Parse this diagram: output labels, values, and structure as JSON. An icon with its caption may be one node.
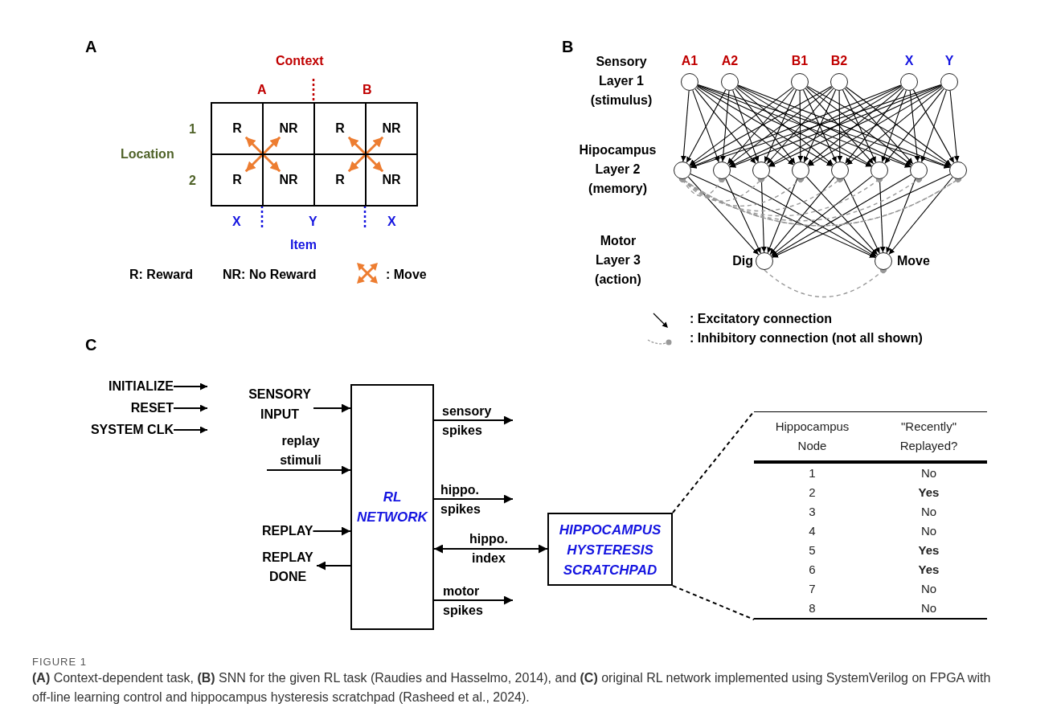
{
  "diagram": {
    "caption": "**(A)** Context-dependent task, **(B)** SNN for the given RL task (Raudies and Hasselmo, 2014), and **(C)** original RL network implemented using SystemVerilog on FPGA with off-line learning control and hippocampus hysteresis scratchpad (Rasheed et al., 2024).",
    "nodes": [
      {
        "text": [
          "R"
        ]
      },
      {
        "text": [
          "NR"
        ]
      },
      {
        "text": [
          "R"
        ]
      },
      {
        "text": [
          "NR"
        ]
      },
      {
        "text": [
          "R"
        ]
      },
      {
        "text": [
          "NR"
        ]
      },
      {
        "text": [
          "R"
        ]
      },
      {
        "text": [
          "NR"
        ]
      },
      {
        "text": [
          "A1"
        ]
      },
      {
        "text": [
          "A2"
        ]
      },
      {
        "text": [
          "B1"
        ]
      },
      {
        "text": [
          "B2"
        ]
      },
      {
        "text": [
          "X"
        ]
      },
      {
        "text": [
          "Y"
        ]
      },
      {
        "text": [],
        "shape": "circle"
      },
      {
        "text": [],
        "shape": "circle"
      },
      {
        "text": [],
        "shape": "circle"
      },
      {
        "text": [],
        "shape": "circle"
      },
      {
        "text": [],
        "shape": "circle"
      },
      {
        "text": [],
        "shape": "circle"
      },
      {
        "text": [],
        "shape": "circle"
      },
      {
        "text": [],
        "shape": "circle"
      },
      {
        "text": [
          "Dig"
        ]
      },
      {
        "text": [
          "Move"
        ]
      },
      {
        "text": [
          "INITIALIZE"
        ]
      },
      {
        "text": [
          "RESET"
        ]
      },
      {
        "text": [
          "SYSTEM CLK"
        ]
      },
      {
        "text": [
          "SENSORY INPUT"
        ]
      },
      {
        "text": [
          "RL NETWORK"
        ]
      },
      {
        "text": [
          "REPLAY"
        ]
      },
      {
        "text": [
          "REPLAY DONE"
        ]
      },
      {
        "text": [
          "HIPPOCAMPUS HYSTERESIS SCRATCHPAD"
        ]
      },
      {
        "text": [
          "Hippocampus Node",
          "\"Recently\" Replayed?",
          "1",
          "No",
          "2",
          "Yes",
          "3",
          "No",
          "4",
          "No",
          "5",
          "Yes",
          "6",
          "Yes",
          "7",
          "No",
          "8",
          "No"
        ]
      }
    ],
    "edges": [
      {
        "from": 0,
        "to": 5,
        "arrow": "both",
        "color": "#ed7d31"
      },
      {
        "from": 1,
        "to": 4,
        "arrow": "both",
        "color": "#ed7d31"
      },
      {
        "from": 2,
        "to": 7,
        "arrow": "both",
        "color": "#ed7d31"
      },
      {
        "from": 3,
        "to": 6,
        "arrow": "both",
        "color": "#ed7d31"
      },
      {
        "from": 8,
        "to": 14,
        "arrow": "to"
      },
      {
        "from": 8,
        "to": 15,
        "arrow": "to"
      },
      {
        "from": 8,
        "to": 16,
        "arrow": "to"
      },
      {
        "from": 8,
        "to": 17,
        "arrow": "to"
      },
      {
        "from": 8,
        "to": 18,
        "arrow": "to"
      },
      {
        "from": 8,
        "to": 19,
        "arrow": "to"
      },
      {
        "from": 8,
        "to": 20,
        "arrow": "to"
      },
      {
        "from": 8,
        "to": 21,
        "arrow": "to"
      },
      {
        "from": 9,
        "to": 14,
        "arrow": "to"
      },
      {
        "from": 9,
        "to": 15,
        "arrow": "to"
      },
      {
        "from": 9,
        "to": 16,
        "arrow": "to"
      },
      {
        "from": 9,
        "to": 17,
        "arrow": "to"
      },
      {
        "from": 9,
        "to": 18,
        "arrow": "to"
      },
      {
        "from": 9,
        "to": 19,
        "arrow": "to"
      },
      {
        "from": 9,
        "to": 20,
        "arrow": "to"
      },
      {
        "from": 9,
        "to": 21,
        "arrow": "to"
      },
      {
        "from": 10,
        "to": 14,
        "arrow": "to"
      },
      {
        "from": 10,
        "to": 15,
        "arrow": "to"
      },
      {
        "from": 10,
        "to": 16,
        "arrow": "to"
      },
      {
        "from": 10,
        "to": 17,
        "arrow": "to"
      },
      {
        "from": 10,
        "to": 18,
        "arrow": "to"
      },
      {
        "from": 10,
        "to": 19,
        "arrow": "to"
      },
      {
        "from": 10,
        "to": 20,
        "arrow": "to"
      },
      {
        "from": 10,
        "to": 21,
        "arrow": "to"
      },
      {
        "from": 11,
        "to": 14,
        "arrow": "to"
      },
      {
        "from": 11,
        "to": 15,
        "arrow": "to"
      },
      {
        "from": 11,
        "to": 16,
        "arrow": "to"
      },
      {
        "from": 11,
        "to": 17,
        "arrow": "to"
      },
      {
        "from": 11,
        "to": 18,
        "arrow": "to"
      },
      {
        "from": 11,
        "to": 19,
        "arrow": "to"
      },
      {
        "from": 11,
        "to": 20,
        "arrow": "to"
      },
      {
        "from": 11,
        "to": 21,
        "arrow": "to"
      },
      {
        "from": 12,
        "to": 14,
        "arrow": "to"
      },
      {
        "from": 12,
        "to": 15,
        "arrow": "to"
      },
      {
        "from": 12,
        "to": 16,
        "arrow": "to"
      },
      {
        "from": 12,
        "to": 17,
        "arrow": "to"
      },
      {
        "from": 12,
        "to": 18,
        "arrow": "to"
      },
      {
        "from": 12,
        "to": 19,
        "arrow": "to"
      },
      {
        "from": 12,
        "to": 20,
        "arrow": "to"
      },
      {
        "from": 12,
        "to": 21,
        "arrow": "to"
      },
      {
        "from": 13,
        "to": 14,
        "arrow": "to"
      },
      {
        "from": 13,
        "to": 15,
        "arrow": "to"
      },
      {
        "from": 13,
        "to": 16,
        "arrow": "to"
      },
      {
        "from": 13,
        "to": 17,
        "arrow": "to"
      },
      {
        "from": 13,
        "to": 18,
        "arrow": "to"
      },
      {
        "from": 13,
        "to": 19,
        "arrow": "to"
      },
      {
        "from": 13,
        "to": 20,
        "arrow": "to"
      },
      {
        "from": 13,
        "to": 21,
        "arrow": "to"
      },
      {
        "from": 14,
        "to": 22,
        "arrow": "to"
      },
      {
        "from": 14,
        "to": 23,
        "arrow": "to"
      },
      {
        "from": 15,
        "to": 22,
        "arrow": "to"
      },
      {
        "from": 15,
        "to": 23,
        "arrow": "to"
      },
      {
        "from": 16,
        "to": 22,
        "arrow": "to"
      },
      {
        "from": 16,
        "to": 23,
        "arrow": "to"
      },
      {
        "from": 17,
        "to": 22,
        "arrow": "to"
      },
      {
        "from": 17,
        "to": 23,
        "arrow": "to"
      },
      {
        "from": 18,
        "to": 22,
        "arrow": "to"
      },
      {
        "from": 18,
        "to": 23,
        "arrow": "to"
      },
      {
        "from": 19,
        "to": 22,
        "arrow": "to"
      },
      {
        "from": 19,
        "to": 23,
        "arrow": "to"
      },
      {
        "from": 20,
        "to": 22,
        "arrow": "to"
      },
      {
        "from": 20,
        "to": 23,
        "arrow": "to"
      },
      {
        "from": 21,
        "to": 22,
        "arrow": "to"
      },
      {
        "from": 21,
        "to": 23,
        "arrow": "to"
      },
      {
        "from": 14,
        "to": 15,
        "arrow": "other",
        "style": "dashed",
        "color": "#999999"
      },
      {
        "from": 14,
        "to": 16,
        "arrow": "other",
        "style": "dashed",
        "color": "#999999"
      },
      {
        "from": 14,
        "to": 17,
        "arrow": "other",
        "style": "dashed",
        "color": "#999999"
      },
      {
        "from": 14,
        "to": 18,
        "arrow": "other",
        "style": "dashed",
        "color": "#999999"
      },
      {
        "from": 14,
        "to": 19,
        "arrow": "other",
        "style": "dashed",
        "color": "#999999"
      },
      {
        "from": 14,
        "to": 20,
        "arrow": "other",
        "style": "dashed",
        "color": "#999999"
      },
      {
        "from": 14,
        "to": 21,
        "arrow": "other",
        "style": "dashed",
        "color": "#999999"
      },
      {
        "from": 21,
        "to": 14,
        "arrow": "other",
        "style": "dashed",
        "color": "#999999"
      },
      {
        "from": 22,
        "to": 23,
        "arrow": "other",
        "style": "dashed",
        "color": "#999999"
      },
      {
        "from": 24,
        "to": null,
        "arrow": "to"
      },
      {
        "from": 25,
        "to": null,
        "arrow": "to"
      },
      {
        "from": 26,
        "to": null,
        "arrow": "to"
      },
      {
        "from": 27,
        "to": 28,
        "arrow": "to"
      },
      {
        "from": null,
        "to": 28,
        "arrow": "to",
        "label": "replay stimuli"
      },
      {
        "from": 29,
        "to": 28,
        "arrow": "to"
      },
      {
        "from": 28,
        "to": 30,
        "arrow": "to"
      },
      {
        "from": 28,
        "to": null,
        "arrow": "to",
        "label": "sensory spikes"
      },
      {
        "from": 28,
        "to": null,
        "arrow": "to",
        "label": "hippo. spikes"
      },
      {
        "from": 28,
        "to": 31,
        "arrow": "both",
        "label": "hippo. index"
      },
      {
        "from": 28,
        "to": null,
        "arrow": "to",
        "label": "motor spikes"
      },
      {
        "from": 31,
        "to": 32,
        "arrow": "none",
        "style": "dashed"
      },
      {
        "from": 31,
        "to": 32,
        "arrow": "none",
        "style": "dashed"
      }
    ],
    "labels": [
      "A",
      "Context",
      "A",
      "B",
      "1",
      "Location",
      "2",
      "X",
      "Y",
      "X",
      "Item",
      "R: Reward",
      "NR: No Reward",
      "B",
      "Sensory Layer 1 (stimulus)",
      "Hipocampus Layer 2 (memory)",
      "Motor Layer 3 (action)",
      "C",
      "FIGURE 1"
    ],
    "legend": [
      {
        "text": ": Move"
      },
      {
        "text": ": Excitatory connection"
      },
      {
        "text": ": Inhibitory connection (not all shown)"
      }
    ]
  }
}
